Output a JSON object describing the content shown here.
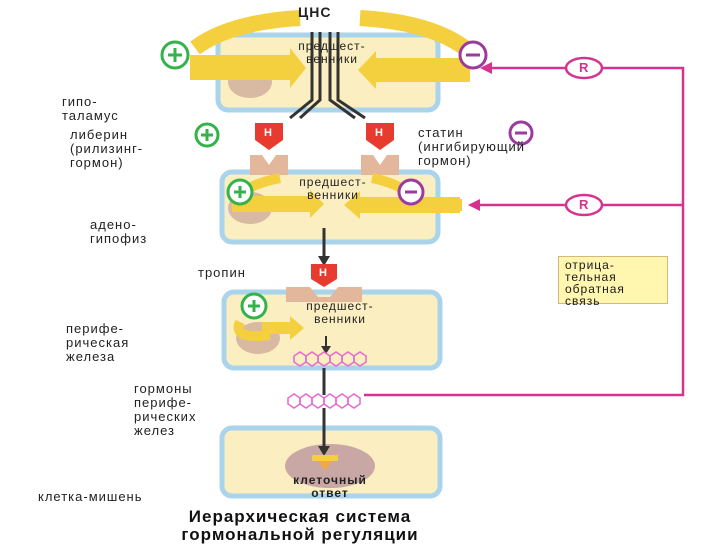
{
  "cns_label": "ЦНС",
  "levels": {
    "hypothalamus": {
      "label": "гипо-\nталамус",
      "box_label": "предшест-\nвенники"
    },
    "adenohypophysis": {
      "label": "адено-\nгипофиз",
      "box_label": "предшест-\nвенники"
    },
    "peripheral_gland": {
      "label": "перифе-\nрическая\nжелеза",
      "box_label": "предшест-\nвенники"
    },
    "target_cell": {
      "label": "клетка-мишень",
      "box_label": "клеточный\nответ"
    }
  },
  "hormones": {
    "liberin": "либерин\n(рилизинг-\nгормон)",
    "statin": "статин\n(ингибирующий\nгормон)",
    "tropin": "тропин",
    "peripheral": "гормоны\nперифе-\nрических\nжелез",
    "hormone_letter": "Н"
  },
  "receptor_letter": "R",
  "feedback_label": "отрица-\nтельная\nобратная\nсвязь",
  "title": "Иерархическая система\nгормональной регуляции",
  "colors": {
    "box_fill": "#fbeec0",
    "box_border": "#a9d4ec",
    "yellow_arrow": "#f4d03f",
    "hormone_red": "#e63b2e",
    "receptor": "#e3b79b",
    "magenta": "#d6338f",
    "plus_green": "#35b24a",
    "minus_purple": "#9b3b9e",
    "hex_pink": "#e46fd1"
  }
}
